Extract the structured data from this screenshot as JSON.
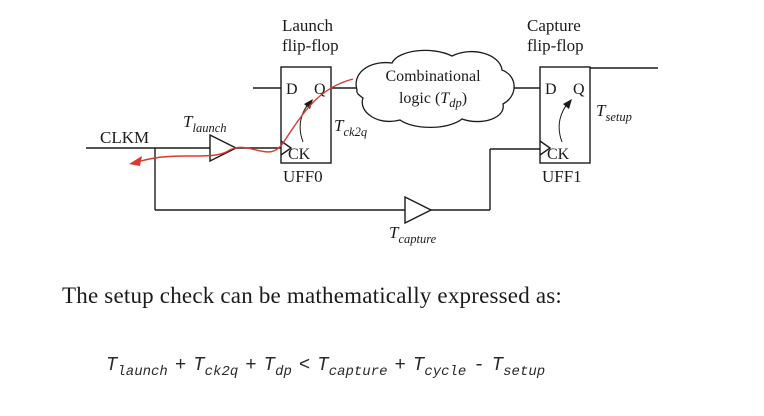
{
  "diagram": {
    "launch_ff": {
      "title1": "Launch",
      "title2": "flip-flop",
      "d": "D",
      "q": "Q",
      "ck": "CK",
      "name": "UFF0"
    },
    "capture_ff": {
      "title1": "Capture",
      "title2": "flip-flop",
      "d": "D",
      "q": "Q",
      "ck": "CK",
      "name": "UFF1"
    },
    "cloud": {
      "line1": "Combinational",
      "line2_pre": "logic (",
      "t": "T",
      "sub": "dp",
      "line2_post": ")"
    },
    "clkm_label": "CLKM",
    "t_launch": {
      "base": "T",
      "sub": "launch"
    },
    "t_ck2q": {
      "base": "T",
      "sub": "ck2q"
    },
    "t_setup": {
      "base": "T",
      "sub": "setup"
    },
    "t_capture": {
      "base": "T",
      "sub": "capture"
    },
    "red_color": "#d93a2b"
  },
  "caption": "The setup check can be mathematically expressed as:",
  "formula": {
    "terms": [
      {
        "base": "T",
        "sub": "launch"
      },
      {
        "base": "T",
        "sub": "ck2q"
      },
      {
        "base": "T",
        "sub": "dp"
      },
      {
        "base": "T",
        "sub": "capture"
      },
      {
        "base": "T",
        "sub": "cycle"
      },
      {
        "base": "T",
        "sub": "setup"
      }
    ],
    "ops": [
      "+",
      "+",
      "<",
      "+",
      "-"
    ]
  }
}
